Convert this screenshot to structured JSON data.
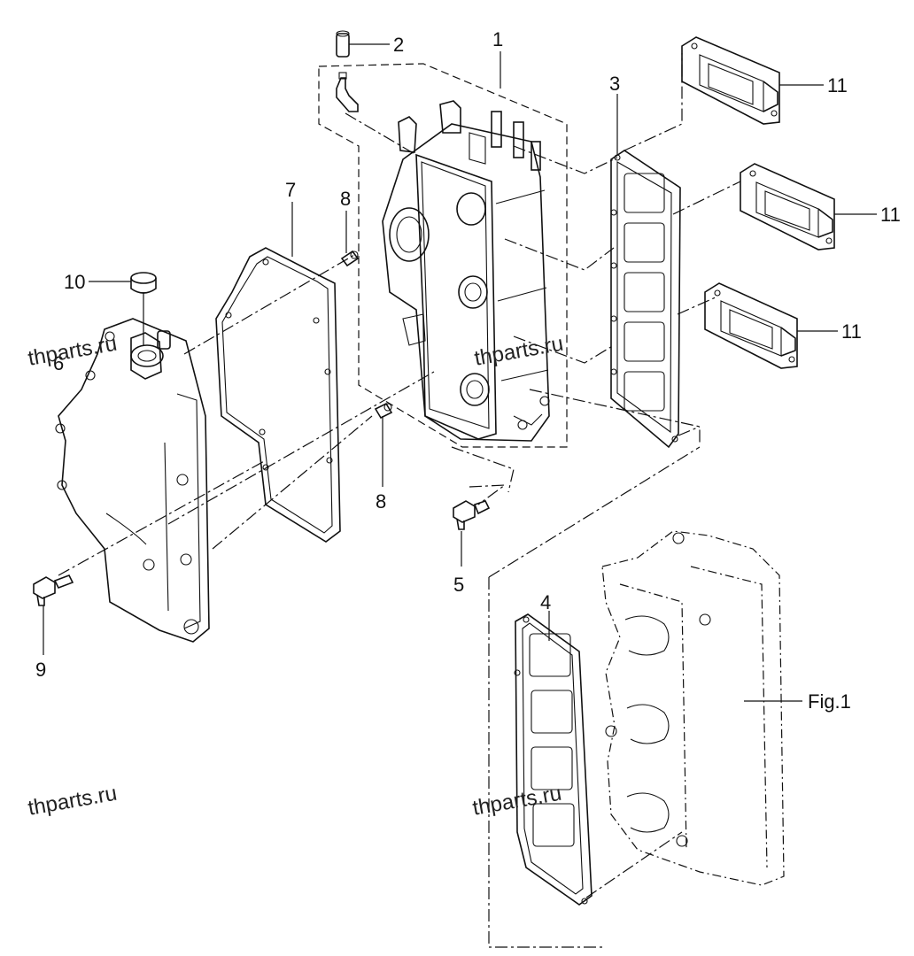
{
  "callouts": {
    "c1": "1",
    "c2": "2",
    "c3": "3",
    "c4": "4",
    "c5": "5",
    "c6": "6",
    "c7": "7",
    "c8a": "8",
    "c8b": "8",
    "c9": "9",
    "c10": "10",
    "c11a": "11",
    "c11b": "11",
    "c11c": "11",
    "fig": "Fig.1"
  },
  "watermarks": {
    "w1": "thparts.ru",
    "w2": "thparts.ru",
    "w3": "thparts.ru",
    "w4": "thparts.ru"
  },
  "colors": {
    "ink": "#111111",
    "background": "#ffffff"
  }
}
